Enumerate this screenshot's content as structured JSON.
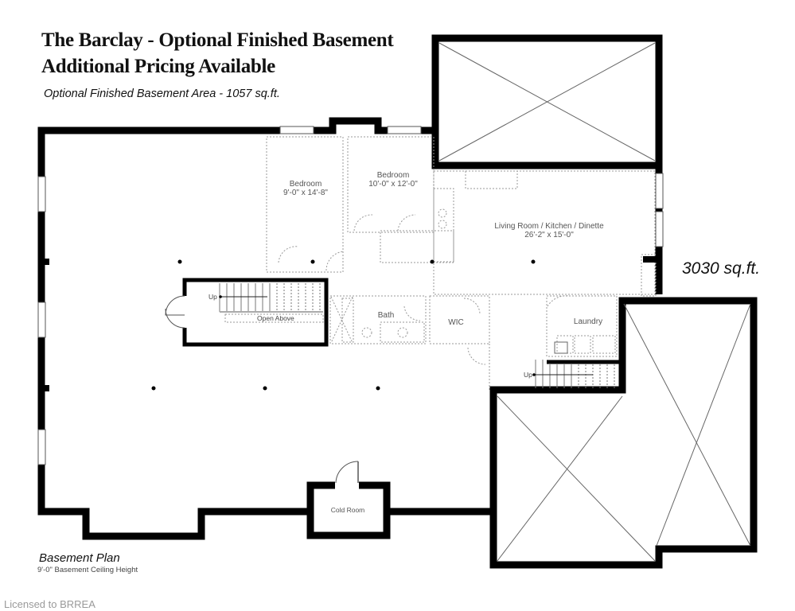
{
  "header": {
    "title_line1": "The Barclay - Optional Finished Basement",
    "title_line2": "Additional Pricing Available",
    "subtitle": "Optional Finished Basement Area - 1057 sq.ft."
  },
  "total_area": "3030 sq.ft.",
  "rooms": [
    {
      "name": "Bedroom",
      "dimensions": "9'-0\" x 14'-8\""
    },
    {
      "name": "Bedroom",
      "dimensions": "10'-0\" x 12'-0\""
    },
    {
      "name": "Living Room / Kitchen / Dinette",
      "dimensions": "26'-2\" x 15'-0\""
    },
    {
      "name": "Bath"
    },
    {
      "name": "WIC"
    },
    {
      "name": "Laundry"
    },
    {
      "name": "Cold Room"
    }
  ],
  "stairs": {
    "main_up_label": "Up",
    "main_note": "Open Above",
    "secondary_up_label": "Up"
  },
  "footer": {
    "plan_label": "Basement Plan",
    "ceiling_note": "9'-0\" Basement Ceiling Height",
    "license": "Licensed to BRREA"
  },
  "colors": {
    "wall": "#000000",
    "dashed_partition": "#9a9a9a",
    "crossed_area_lines": "#666666",
    "background": "#ffffff"
  }
}
